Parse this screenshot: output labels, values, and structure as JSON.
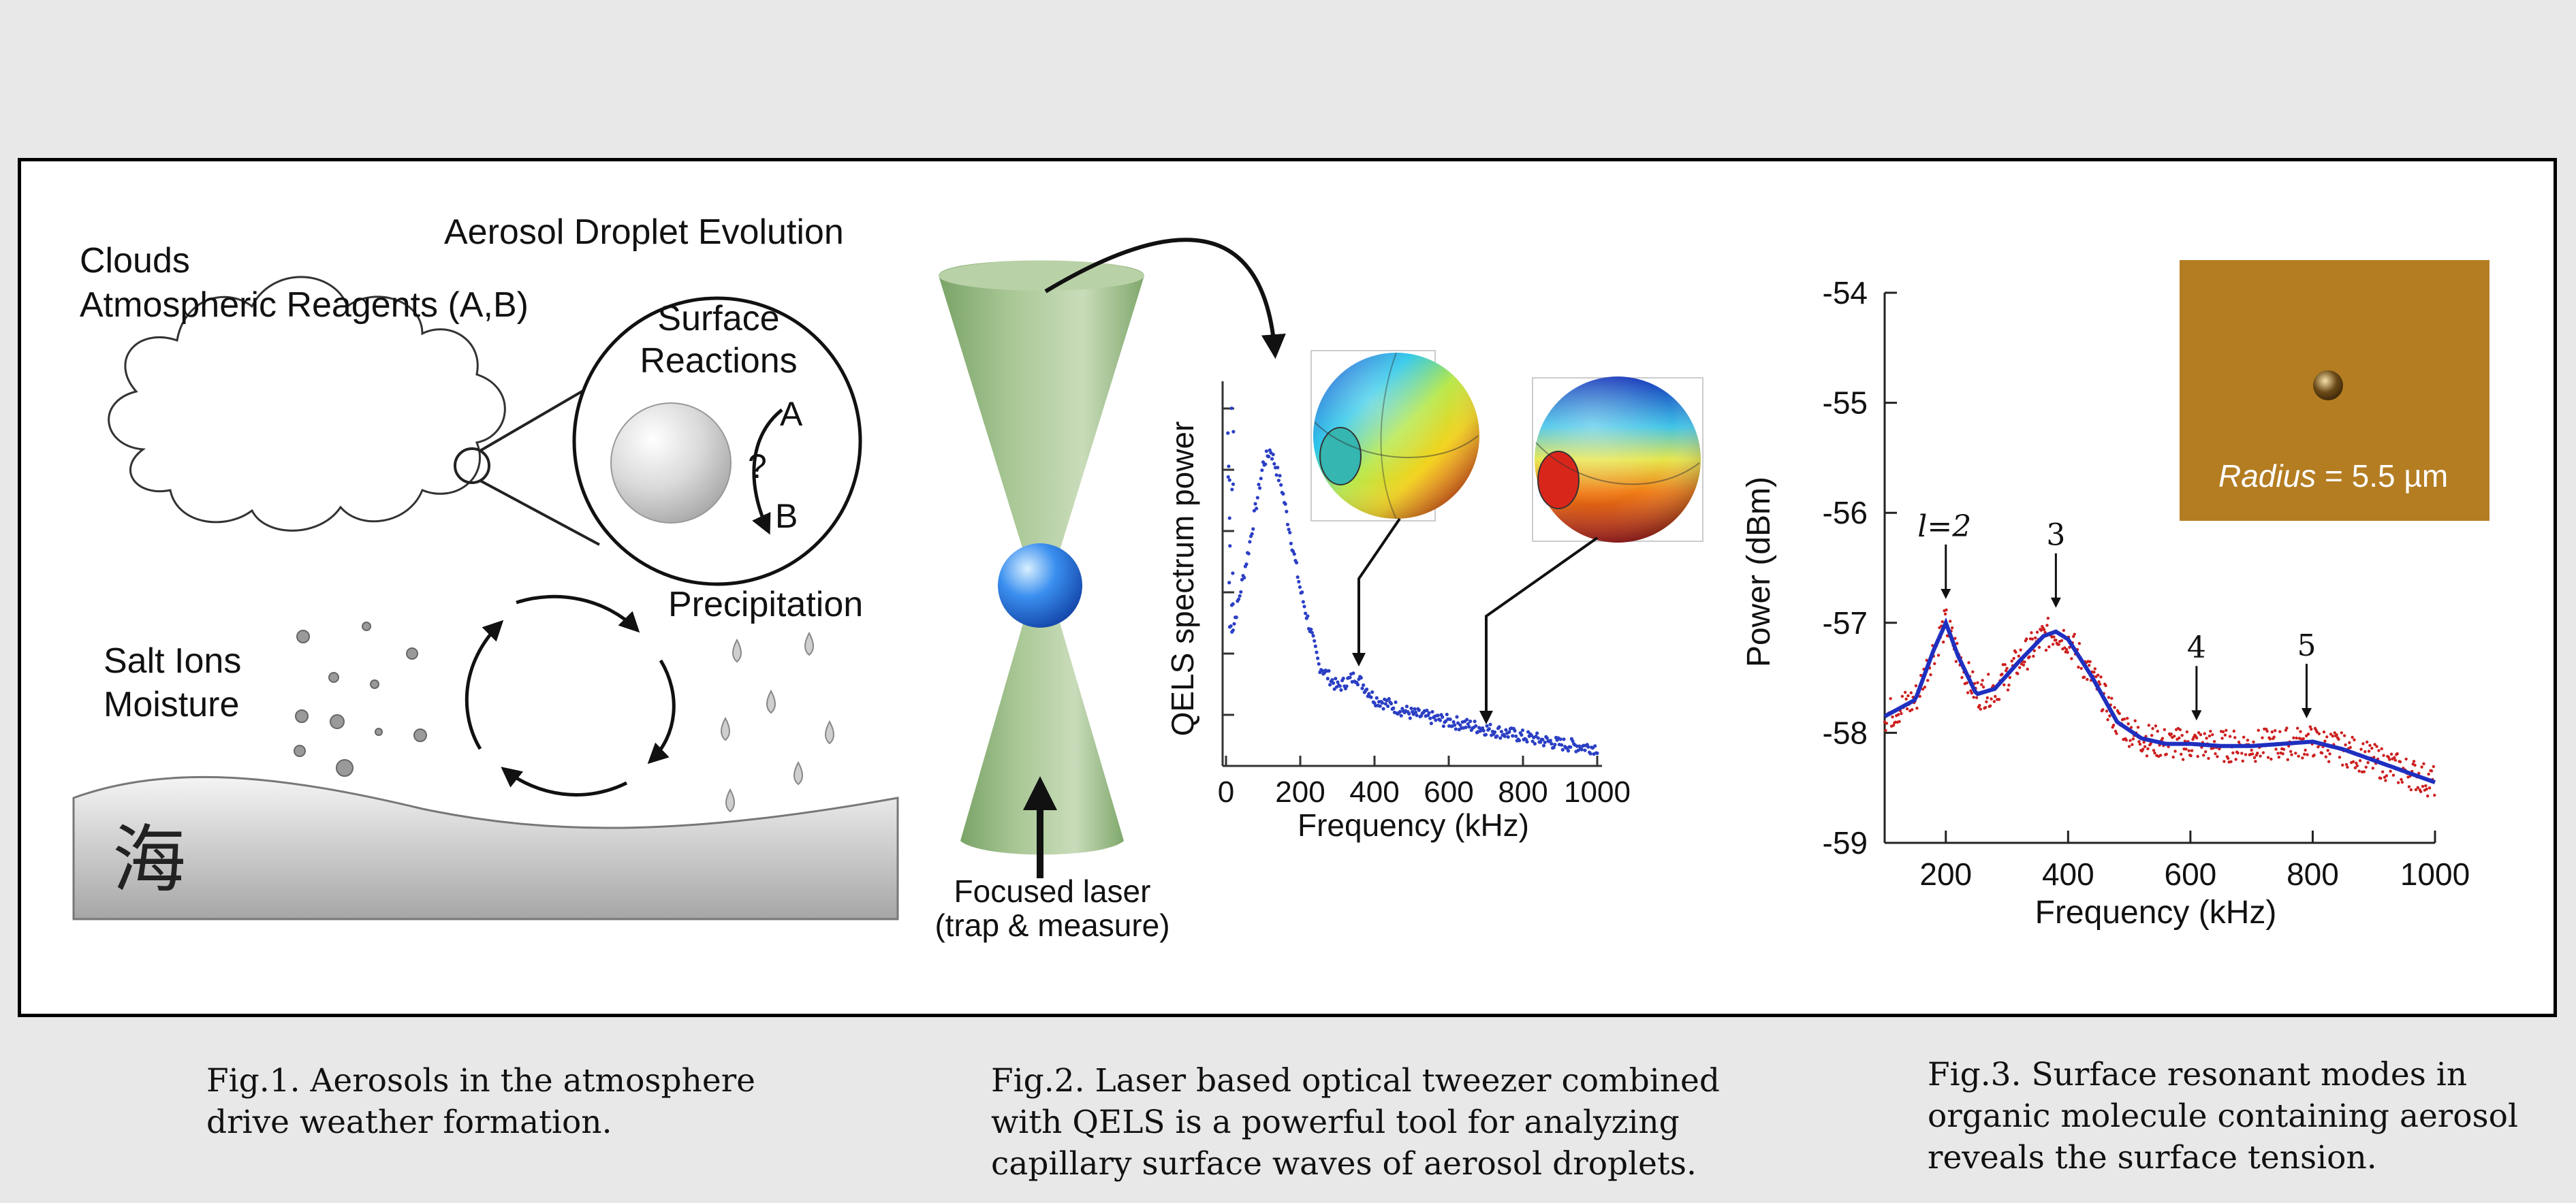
{
  "fig1": {
    "title": "Aerosol Droplet Evolution",
    "clouds_label": "Clouds",
    "reagents_label": "Atmospheric Reagents (A,B)",
    "surface_reactions": [
      "Surface",
      "Reactions"
    ],
    "reaction_a": "A",
    "reaction_q": "?",
    "reaction_b": "B",
    "precipitation": "Precipitation",
    "salt_ions": "Salt Ions",
    "moisture": "Moisture",
    "sea_char": "海"
  },
  "fig2": {
    "laser_label": [
      "Focused laser",
      "(trap & measure)"
    ],
    "ylabel": "QELS spectrum power",
    "xlabel": "Frequency (kHz)",
    "xticks": [
      "0",
      "200",
      "400",
      "600",
      "800",
      "1000"
    ]
  },
  "fig3": {
    "ylabel": "Power (dBm)",
    "xlabel": "Frequency (kHz)",
    "yticks": [
      "-54",
      "-55",
      "-56",
      "-57",
      "-58",
      "-59"
    ],
    "xticks": [
      "200",
      "400",
      "600",
      "800",
      "1000"
    ],
    "mode_labels": [
      "l=2",
      "3",
      "4",
      "5"
    ],
    "inset_text_italic": "Radius",
    "inset_text_rest": " = 5.5 µm"
  },
  "captions": {
    "fig1": [
      "Fig.1. Aerosols in the atmosphere",
      "drive weather formation."
    ],
    "fig2": [
      "Fig.2. Laser based optical tweezer combined",
      "with QELS is a powerful tool for analyzing",
      "capillary surface waves of aerosol droplets."
    ],
    "fig3": [
      "Fig.3. Surface resonant modes in",
      "organic molecule containing aerosol",
      "reveals the surface tension."
    ]
  },
  "colors": {
    "cone": "#8fb27a",
    "droplet": "#2e7fe0",
    "fit_line": "#1f2fbf",
    "data_points": "#cc1f1f",
    "qels_points": "#2b3fc4",
    "inset_bg": "#b57f26"
  },
  "chart_data": [
    {
      "type": "scatter",
      "ylabel": "QELS spectrum power",
      "xlabel": "Frequency (kHz)",
      "xlim": [
        0,
        1000
      ],
      "peaks_khz": [
        120,
        350
      ],
      "x": [
        20,
        60,
        100,
        120,
        150,
        200,
        250,
        300,
        350,
        400,
        500,
        600,
        700,
        800,
        900,
        1000
      ],
      "y": [
        0.35,
        0.55,
        0.78,
        0.82,
        0.72,
        0.45,
        0.25,
        0.19,
        0.22,
        0.16,
        0.12,
        0.1,
        0.08,
        0.06,
        0.04,
        0.03
      ]
    },
    {
      "type": "line",
      "ylabel": "Power (dBm)",
      "xlabel": "Frequency (kHz)",
      "xlim": [
        100,
        1000
      ],
      "ylim": [
        -59,
        -54
      ],
      "modes": [
        {
          "label": "l=2",
          "x": 200
        },
        {
          "label": "3",
          "x": 380
        },
        {
          "label": "4",
          "x": 610
        },
        {
          "label": "5",
          "x": 790
        }
      ],
      "x": [
        100,
        150,
        180,
        200,
        220,
        250,
        280,
        320,
        360,
        380,
        400,
        440,
        480,
        520,
        560,
        600,
        650,
        700,
        750,
        800,
        850,
        900,
        950,
        1000
      ],
      "y": [
        -57.85,
        -57.7,
        -57.25,
        -57.0,
        -57.3,
        -57.65,
        -57.6,
        -57.35,
        -57.12,
        -57.08,
        -57.15,
        -57.5,
        -57.9,
        -58.05,
        -58.1,
        -58.1,
        -58.12,
        -58.12,
        -58.1,
        -58.08,
        -58.15,
        -58.25,
        -58.35,
        -58.45
      ]
    }
  ]
}
